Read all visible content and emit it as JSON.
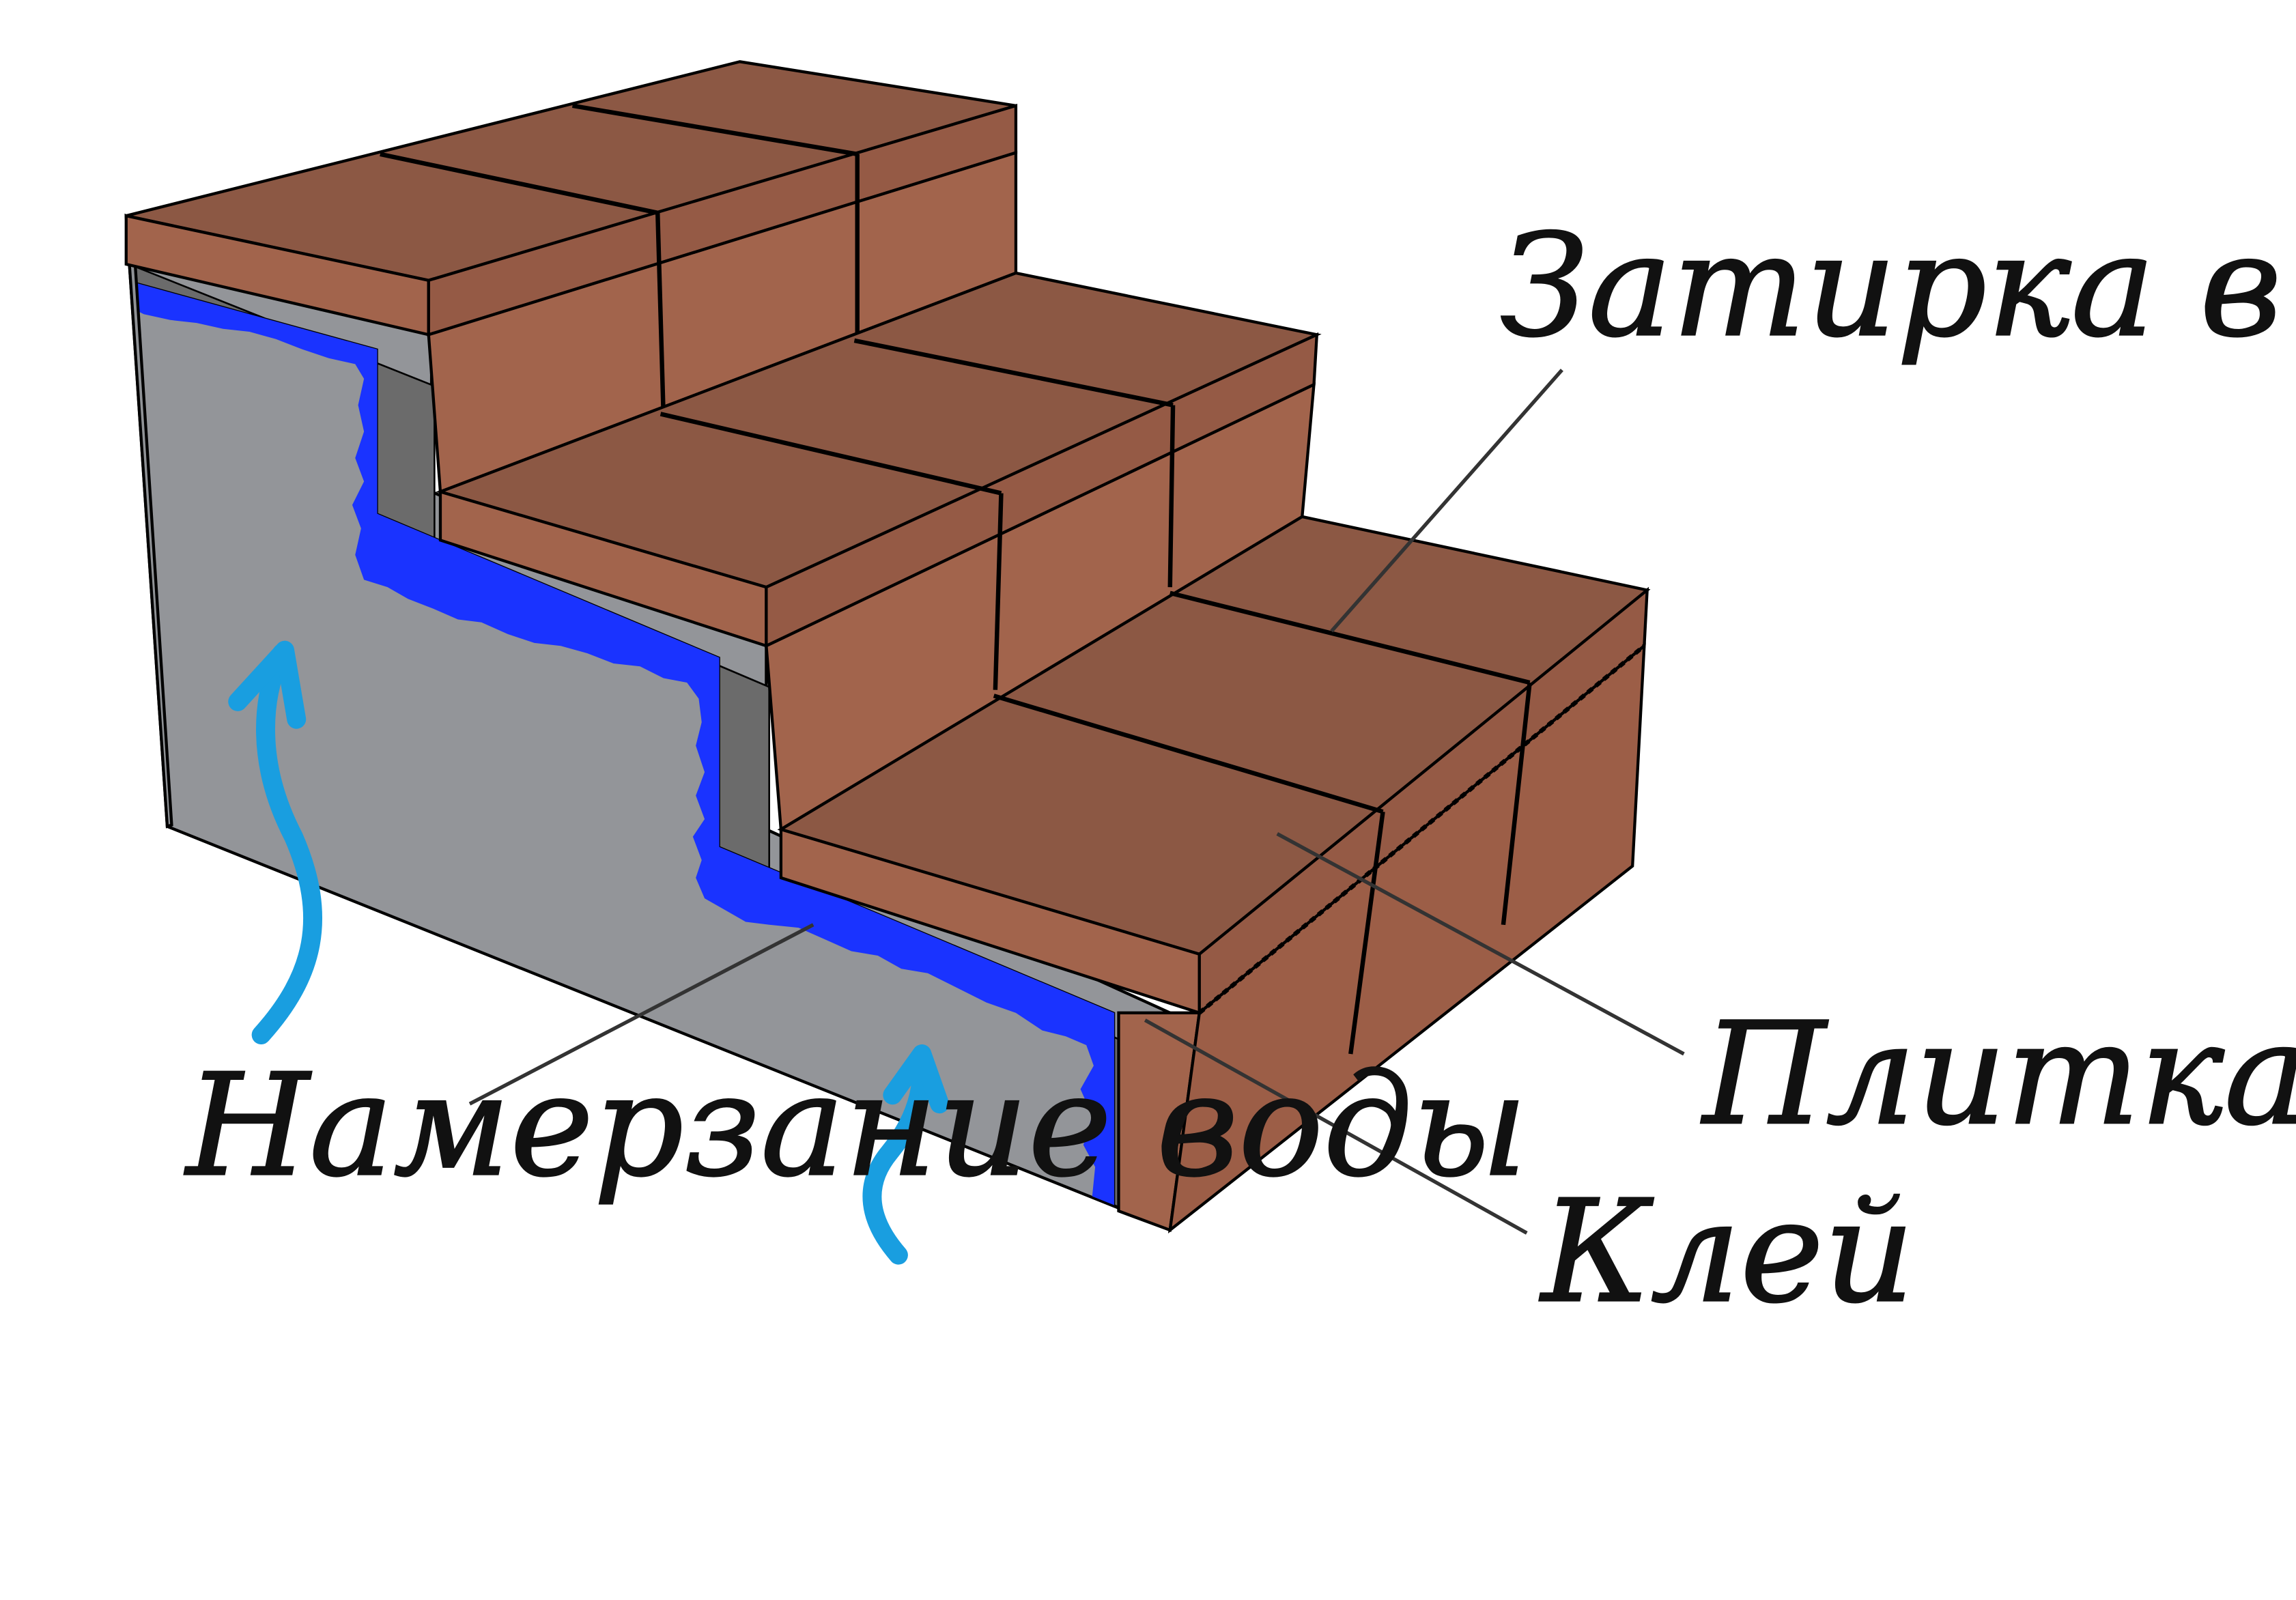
{
  "labels": {
    "grout": "Затирка в швах",
    "tile": "Плитка",
    "glue": "Клей",
    "frost": "Намерзание воды"
  },
  "colors": {
    "background": "#ffffff",
    "tile_top": "#8c5844",
    "tile_front": "#a2644c",
    "tile_side": "#955a45",
    "concrete": "#939599",
    "concrete_side": "#878a8e",
    "glue_layer": "#6b6b6b",
    "ice": "#1a33ff",
    "water_arrow": "#199ee0",
    "outline": "#000000"
  }
}
